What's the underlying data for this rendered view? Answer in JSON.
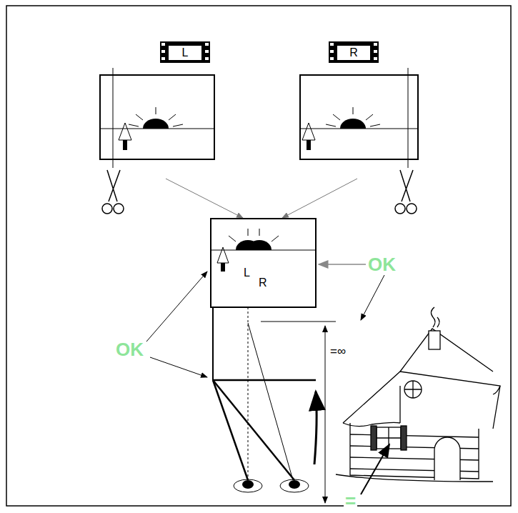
{
  "diagram": {
    "nodes": [
      {
        "text": [
          "L"
        ]
      },
      {
        "text": [
          "R"
        ]
      },
      {
        "text": [
          "L",
          "R"
        ]
      }
    ],
    "labels": [
      "OK",
      "OK",
      "=∞",
      "="
    ]
  }
}
